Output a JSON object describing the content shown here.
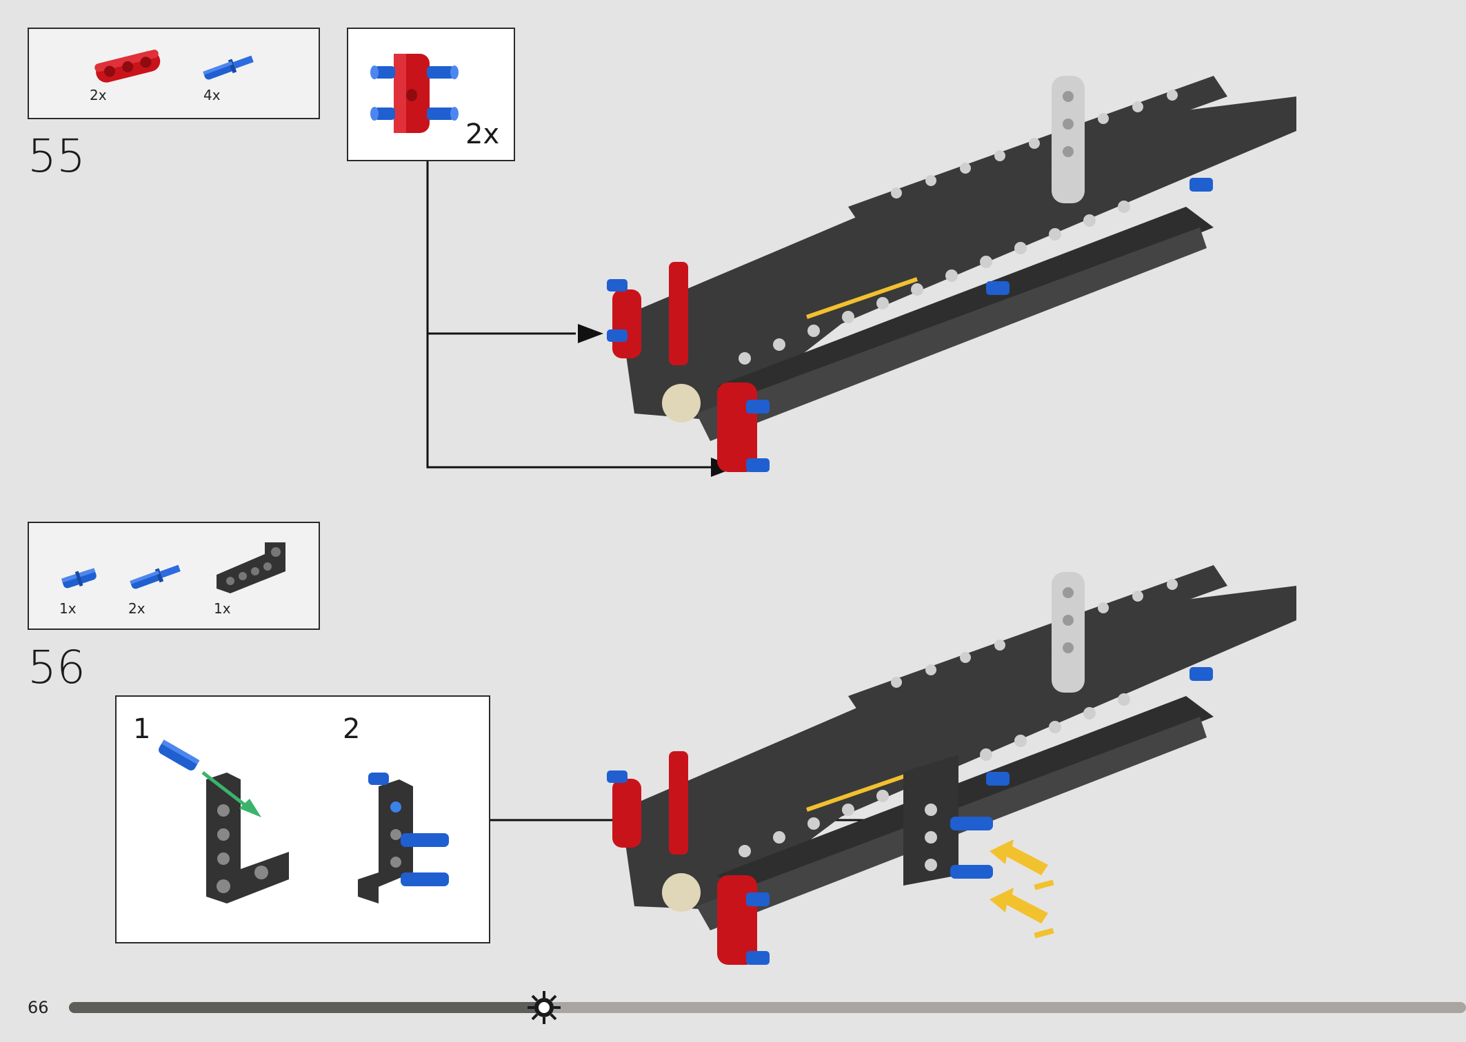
{
  "page": {
    "number": "66",
    "progress_fraction": 0.34
  },
  "colors": {
    "red": "#c9131a",
    "blue": "#1f5fd0",
    "dark": "#333333",
    "light_gray": "#cfcfcf",
    "yellow": "#f2c12e",
    "green": "#3bb46b"
  },
  "step55": {
    "number": "55",
    "parts": [
      {
        "icon": "red-3l-beam-icon",
        "qty": "2x"
      },
      {
        "icon": "blue-axle-pin-icon",
        "qty": "4x"
      }
    ],
    "callout": {
      "multiplier": "2x",
      "icon": "red-beam-with-pins-icon"
    }
  },
  "step56": {
    "number": "56",
    "parts": [
      {
        "icon": "blue-short-pin-icon",
        "qty": "1x"
      },
      {
        "icon": "blue-axle-pin-icon",
        "qty": "2x"
      },
      {
        "icon": "black-l-beam-icon",
        "qty": "1x"
      }
    ],
    "callout": {
      "sub1": "1",
      "sub2": "2"
    }
  }
}
